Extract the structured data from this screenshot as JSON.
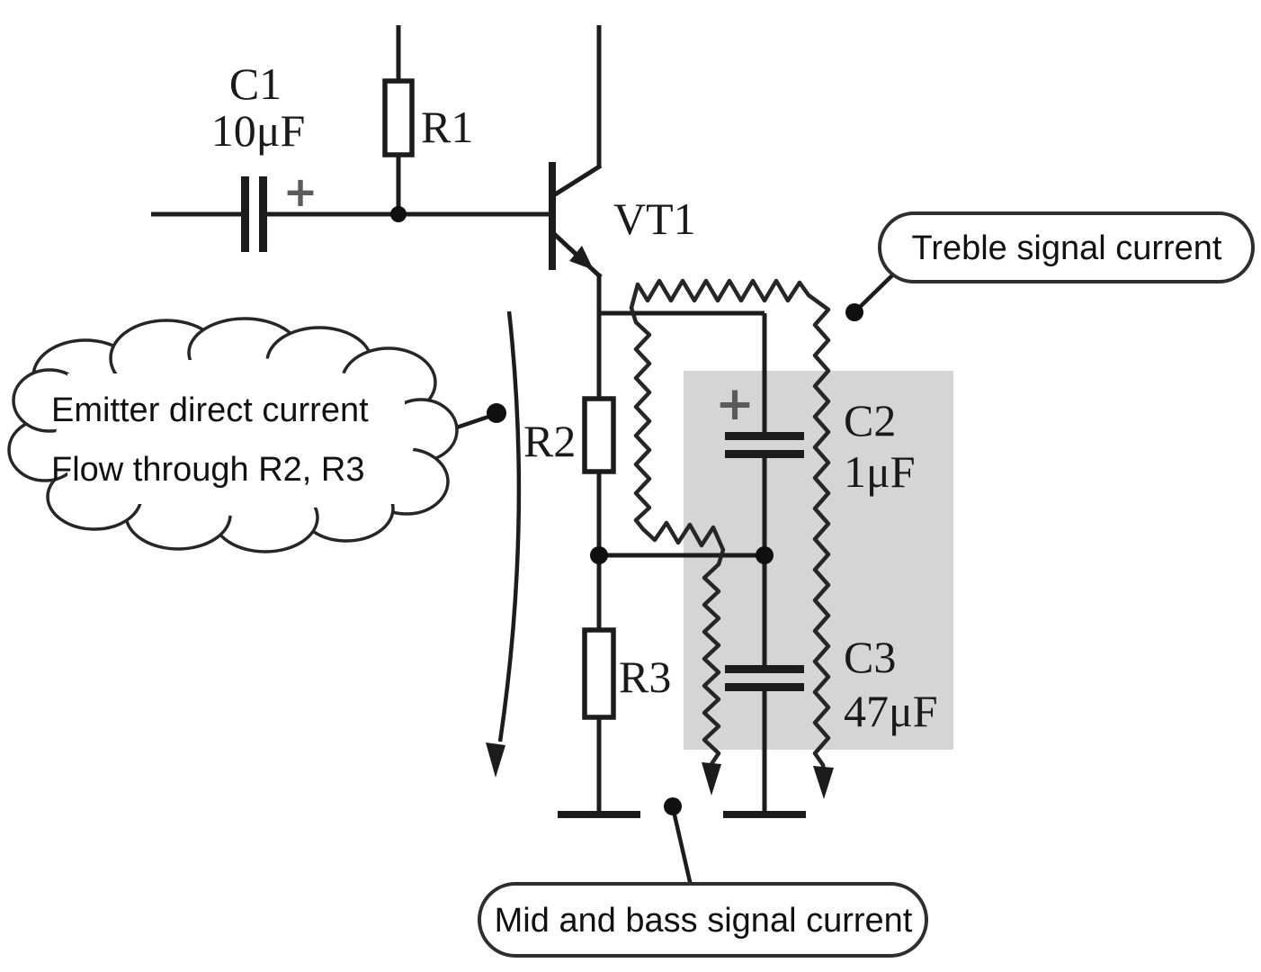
{
  "colors": {
    "background": "#ffffff",
    "line": "#1c1c1c",
    "highlight": "#d5d5d5",
    "plus_marker": "#5a5a5a"
  },
  "components": {
    "c1": {
      "ref": "C1",
      "value": "10μF",
      "polarity": "+"
    },
    "r1": {
      "ref": "R1"
    },
    "vt1": {
      "ref": "VT1"
    },
    "r2": {
      "ref": "R2"
    },
    "r3": {
      "ref": "R3"
    },
    "c2": {
      "ref": "C2",
      "value": "1μF",
      "polarity": "+"
    },
    "c3": {
      "ref": "C3",
      "value": "47μF"
    }
  },
  "callouts": {
    "treble": {
      "label": "Treble signal current"
    },
    "emitter": {
      "line1": "Emitter direct current",
      "line2": "Flow through R2, R3"
    },
    "midbass": {
      "label": "Mid and bass signal current"
    }
  }
}
